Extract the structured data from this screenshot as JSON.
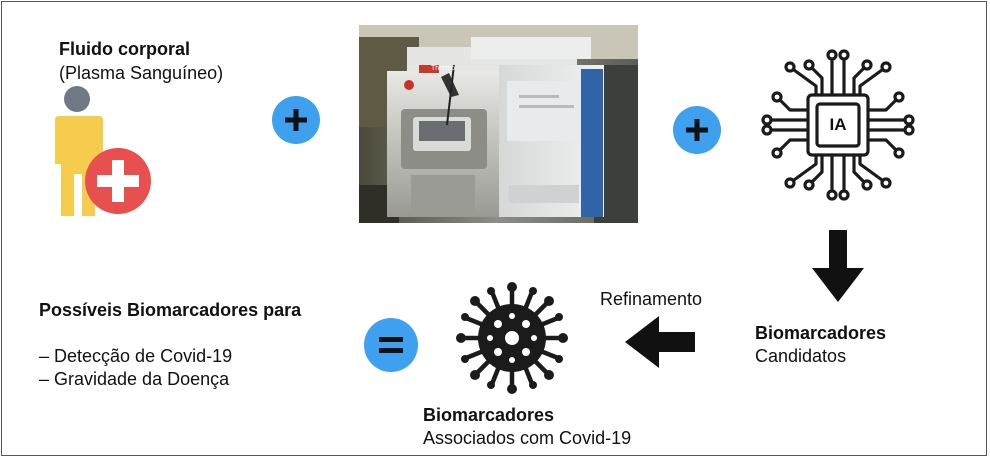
{
  "fluid": {
    "title": "Fluido corporal",
    "subtitle": "(Plasma Sanguíneo)"
  },
  "operators": {
    "plus_1": "+",
    "plus_2": "+",
    "equals": "="
  },
  "chip": {
    "label": "IA"
  },
  "candidates": {
    "title": "Biomarcadores",
    "subtitle": "Candidatos"
  },
  "refinement": {
    "label": "Refinamento"
  },
  "associated": {
    "title": "Biomarcadores",
    "subtitle": "Associados com Covid-19"
  },
  "possible": {
    "title": "Possíveis Biomarcadores para",
    "items": [
      "– Detecção de Covid-19",
      "– Gravidade da Doença"
    ]
  },
  "instrument_brand": "Thermo",
  "colors": {
    "accent_blue": "#3ea0ee",
    "person_yellow": "#f6cc4f",
    "person_head": "#6f7a86",
    "medical_red": "#e84f4f",
    "icon_dark": "#1b1b1b"
  },
  "icons": {
    "person": "person-medical-icon",
    "ai": "ai-chip-icon",
    "virus": "virus-icon",
    "arrow_down": "arrow-down-icon",
    "arrow_left": "arrow-left-icon"
  }
}
